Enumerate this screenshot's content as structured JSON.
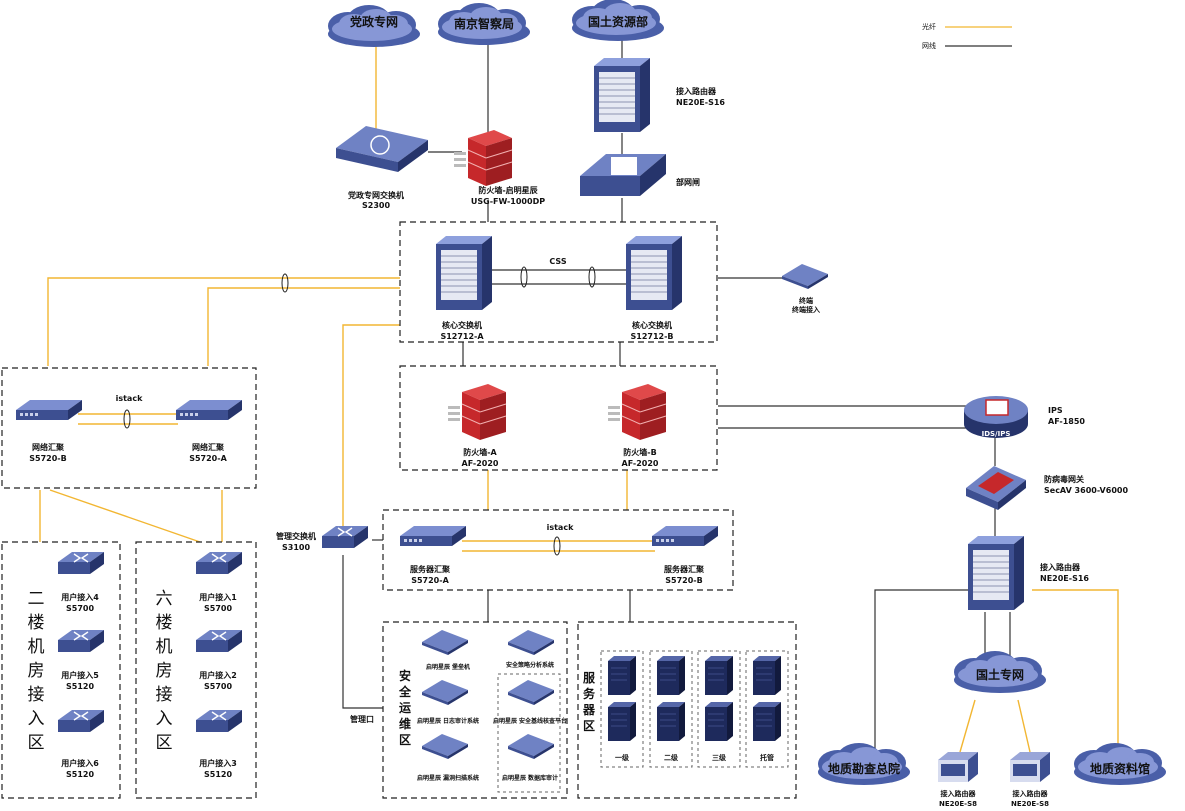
{
  "legend": {
    "fiber": "光纤",
    "cable": "网线"
  },
  "clouds": {
    "party_net": "党政专网",
    "nanjing_police": "南京智察局",
    "land_ministry": "国土资源部",
    "land_private_net": "国土专网",
    "survey_institute": "地质勘查总院",
    "data_library": "地质资料馆"
  },
  "devices": {
    "party_switch": {
      "name": "党政专网交换机",
      "model": "S2300"
    },
    "firewall_top": {
      "name": "防火墙-启明星辰",
      "model": "USG-FW-1000DP"
    },
    "access_router_top": {
      "name": "接入路由器",
      "model": "NE20E-S16"
    },
    "ministry_gateway": {
      "name": "部网闸"
    },
    "core_a": {
      "name": "核心交换机",
      "model": "S12712-A"
    },
    "core_b": {
      "name": "核心交换机",
      "model": "S12712-B"
    },
    "css": "CSS",
    "terminal_access": {
      "name": "终端",
      "model": "终端接入"
    },
    "net_agg_b": {
      "name": "网络汇聚",
      "model": "S5720-B"
    },
    "net_agg_a": {
      "name": "网络汇聚",
      "model": "S5720-A"
    },
    "istack_left": "istack",
    "fw_a": {
      "name": "防火墙-A",
      "model": "AF-2020"
    },
    "fw_b": {
      "name": "防火墙-B",
      "model": "AF-2020"
    },
    "ips": {
      "name": "IPS",
      "model": "AF-1850",
      "badge": "IDS/IPS"
    },
    "gateway_gap": {
      "name": "防病毒网关",
      "model": "SecAV 3600-V6000"
    },
    "access_router_right": {
      "name": "接入路由器",
      "model": "NE20E-S16"
    },
    "mgmt_switch": {
      "name": "管理交换机",
      "model": "S3100"
    },
    "server_agg_a": {
      "name": "服务器汇聚",
      "model": "S5720-A"
    },
    "server_agg_b": {
      "name": "服务器汇聚",
      "model": "S5720-B"
    },
    "istack_mid": "istack",
    "mgmt_port": "管理口",
    "user4": {
      "name": "用户接入4",
      "model": "S5700"
    },
    "user5": {
      "name": "用户接入5",
      "model": "S5120"
    },
    "user6": {
      "name": "用户接入6",
      "model": "S5120"
    },
    "user1": {
      "name": "用户接入1",
      "model": "S5700"
    },
    "user2": {
      "name": "用户接入2",
      "model": "S5700"
    },
    "user3": {
      "name": "用户接入3",
      "model": "S5120"
    },
    "ops1": "启明星辰 堡垒机",
    "ops2": "启明星辰 日志审计系统",
    "ops3": "启明星辰 漏洞扫描系统",
    "ops4": "安全策略分析系统",
    "ops5": "启明星辰 安全基线核查平台",
    "ops6": "启明星辰 数据库审计",
    "router_s1": {
      "name": "接入路由器",
      "model": "NE20E-S8"
    },
    "router_s2": {
      "name": "接入路由器",
      "model": "NE20E-S8"
    }
  },
  "zones": {
    "floor2": [
      "二",
      "楼",
      "机",
      "房",
      "接",
      "入",
      "区"
    ],
    "floor6": [
      "六",
      "楼",
      "机",
      "房",
      "接",
      "入",
      "区"
    ],
    "security_ops": [
      "安",
      "全",
      "运",
      "维",
      "区"
    ],
    "servers": [
      "服",
      "务",
      "器",
      "区"
    ],
    "server_groups": [
      "一级",
      "二级",
      "三级",
      "托管"
    ]
  },
  "colors": {
    "fiber": "#f2b632",
    "device_blue": "#3d4f91",
    "device_blue_light": "#6f82c4",
    "firewall_red": "#c6282b",
    "server_dark": "#1e2a5c"
  }
}
